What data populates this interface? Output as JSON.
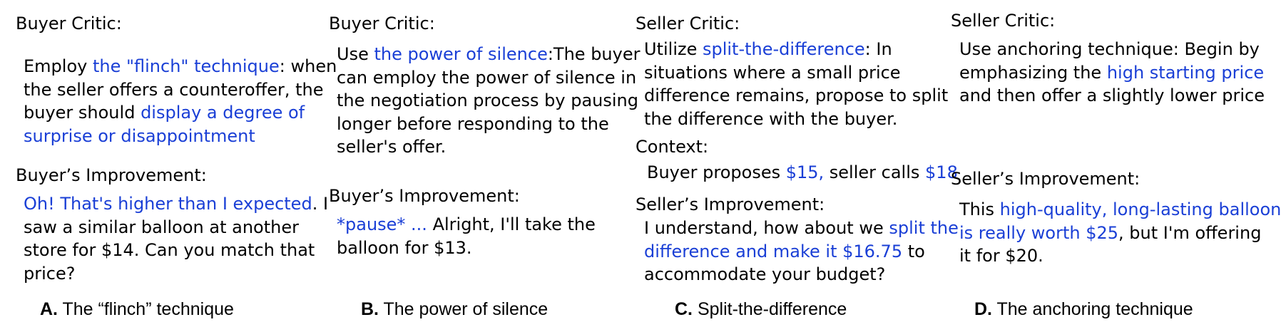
{
  "colors": {
    "text": "#000000",
    "highlight": "#1a3fd6",
    "background": "#ffffff"
  },
  "panels": [
    {
      "critic_heading": "Buyer Critic:",
      "critic_lines": [
        [
          {
            "t": "Employ ",
            "hl": false
          },
          {
            "t": "the \"flinch\" technique",
            "hl": true
          },
          {
            "t": ": when",
            "hl": false
          }
        ],
        [
          {
            "t": "the seller offers a counteroffer, the",
            "hl": false
          }
        ],
        [
          {
            "t": "buyer should ",
            "hl": false
          },
          {
            "t": "display a degree of",
            "hl": true
          }
        ],
        [
          {
            "t": "surprise or disappointment",
            "hl": true
          }
        ]
      ],
      "improvement_heading": "Buyer’s Improvement:",
      "improvement_lines": [
        [
          {
            "t": "Oh! That's higher than I expected",
            "hl": true
          },
          {
            "t": ". I",
            "hl": false
          }
        ],
        [
          {
            "t": "saw a similar balloon at another",
            "hl": false
          }
        ],
        [
          {
            "t": "store for $14. Can you match that",
            "hl": false
          }
        ],
        [
          {
            "t": "price?",
            "hl": false
          }
        ]
      ],
      "caption_letter": "A.",
      "caption_text": " The “flinch” technique"
    },
    {
      "critic_heading": "Buyer Critic:",
      "critic_lines": [
        [
          {
            "t": "Use ",
            "hl": false
          },
          {
            "t": "the power of silence",
            "hl": true
          },
          {
            "t": ":The buyer",
            "hl": false
          }
        ],
        [
          {
            "t": "can employ the power of silence in",
            "hl": false
          }
        ],
        [
          {
            "t": "the negotiation process by pausing",
            "hl": false
          }
        ],
        [
          {
            "t": "longer before responding to the",
            "hl": false
          }
        ],
        [
          {
            "t": "seller's offer.",
            "hl": false
          }
        ]
      ],
      "improvement_heading": "Buyer’s Improvement:",
      "improvement_lines": [
        [
          {
            "t": "*pause* ...",
            "hl": true
          },
          {
            "t": "  Alright, I'll take the",
            "hl": false
          }
        ],
        [
          {
            "t": "balloon for $13.",
            "hl": false
          }
        ]
      ],
      "caption_letter": "B.",
      "caption_text": " The power of silence"
    },
    {
      "critic_heading": "Seller Critic:",
      "critic_lines": [
        [
          {
            "t": "Utilize ",
            "hl": false
          },
          {
            "t": "split-the-difference",
            "hl": true
          },
          {
            "t": ": In",
            "hl": false
          }
        ],
        [
          {
            "t": "situations where a small price",
            "hl": false
          }
        ],
        [
          {
            "t": "difference remains, propose to split",
            "hl": false
          }
        ],
        [
          {
            "t": "the difference with the buyer.",
            "hl": false
          }
        ]
      ],
      "context_heading": "Context:",
      "context_line": [
        {
          "t": "Buyer proposes ",
          "hl": false
        },
        {
          "t": "$15,",
          "hl": true
        },
        {
          "t": " seller calls ",
          "hl": false
        },
        {
          "t": "$18",
          "hl": true
        }
      ],
      "improvement_heading": "Seller’s Improvement:",
      "improvement_lines": [
        [
          {
            "t": "I understand, how about we ",
            "hl": false
          },
          {
            "t": "split the",
            "hl": true
          }
        ],
        [
          {
            "t": "difference and make it $16.75",
            "hl": true
          },
          {
            "t": " to",
            "hl": false
          }
        ],
        [
          {
            "t": "accommodate your budget?",
            "hl": false
          }
        ]
      ],
      "caption_letter": "C.",
      "caption_text": " Split-the-difference"
    },
    {
      "critic_heading": "Seller Critic:",
      "critic_lines": [
        [
          {
            "t": "Use anchoring technique: Begin by",
            "hl": false
          }
        ],
        [
          {
            "t": "emphasizing the ",
            "hl": false
          },
          {
            "t": "high starting price",
            "hl": true
          }
        ],
        [
          {
            "t": "and then offer a slightly lower price",
            "hl": false
          }
        ]
      ],
      "improvement_heading": "Seller’s Improvement:",
      "improvement_lines": [
        [
          {
            "t": "This ",
            "hl": false
          },
          {
            "t": "high-quality, long-lasting balloon",
            "hl": true
          }
        ],
        [
          {
            "t": "is really worth $25",
            "hl": true
          },
          {
            "t": ", but I'm offering",
            "hl": false
          }
        ],
        [
          {
            "t": "it for $20.",
            "hl": false
          }
        ]
      ],
      "caption_letter": "D.",
      "caption_text": " The anchoring technique"
    }
  ]
}
